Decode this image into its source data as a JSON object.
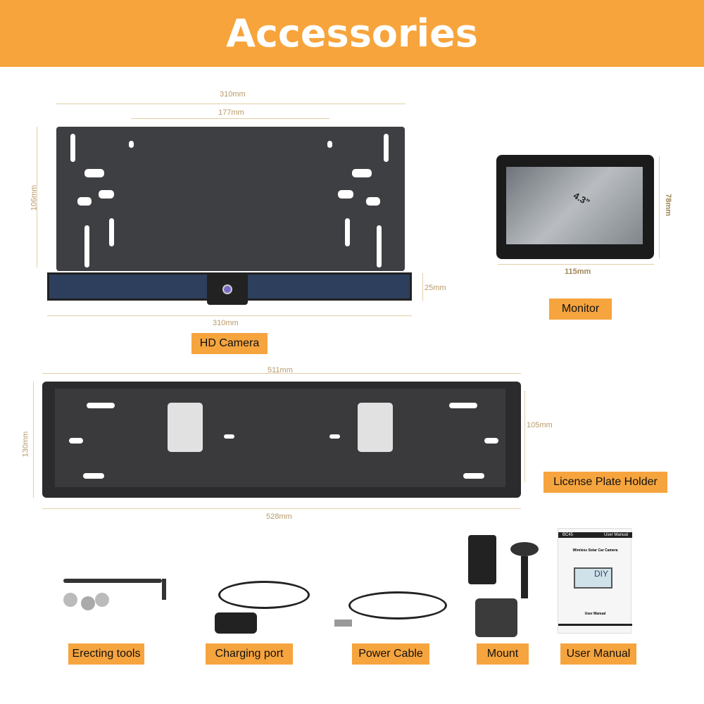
{
  "header": {
    "title": "Accessories"
  },
  "colors": {
    "accent": "#f7a43c",
    "dimension": "#b89a6a"
  },
  "camera": {
    "width_top": "310mm",
    "hole_spacing": "177mm",
    "height": "106mm",
    "bar_height": "25mm",
    "width_bottom": "310mm",
    "label": "HD Camera"
  },
  "monitor": {
    "diagonal": "4.3\"",
    "height": "78mm",
    "width": "115mm",
    "label": "Monitor"
  },
  "holder": {
    "inner_width": "511mm",
    "inner_height": "105mm",
    "outer_height": "130mm",
    "outer_width": "528mm",
    "label": "License Plate Holder"
  },
  "manual": {
    "model": "BC45",
    "header": "User Manual",
    "product": "Wireless Solar Car Camera",
    "brand": "DIY",
    "footer": "User Manual"
  },
  "items": [
    {
      "label": "Erecting tools"
    },
    {
      "label": "Charging  port"
    },
    {
      "label": "Power Cable"
    },
    {
      "label": "Mount"
    },
    {
      "label": "User Manual"
    }
  ]
}
